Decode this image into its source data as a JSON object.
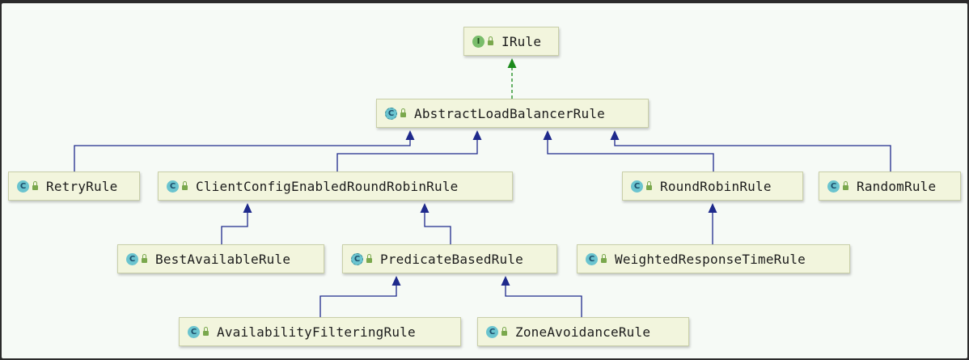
{
  "diagram": {
    "nodes": [
      {
        "id": "irule",
        "label": "IRule",
        "kind": "interface",
        "icon_letter": "I"
      },
      {
        "id": "abstract",
        "label": "AbstractLoadBalancerRule",
        "kind": "abstract",
        "icon_letter": "C"
      },
      {
        "id": "retry",
        "label": "RetryRule",
        "kind": "class",
        "icon_letter": "C"
      },
      {
        "id": "clientconfig",
        "label": "ClientConfigEnabledRoundRobinRule",
        "kind": "class",
        "icon_letter": "C"
      },
      {
        "id": "roundrobin",
        "label": "RoundRobinRule",
        "kind": "class",
        "icon_letter": "C"
      },
      {
        "id": "random",
        "label": "RandomRule",
        "kind": "class",
        "icon_letter": "C"
      },
      {
        "id": "bestavailable",
        "label": "BestAvailableRule",
        "kind": "class",
        "icon_letter": "C"
      },
      {
        "id": "predicate",
        "label": "PredicateBasedRule",
        "kind": "abstract",
        "icon_letter": "C"
      },
      {
        "id": "weighted",
        "label": "WeightedResponseTimeRule",
        "kind": "class",
        "icon_letter": "C"
      },
      {
        "id": "availability",
        "label": "AvailabilityFilteringRule",
        "kind": "class",
        "icon_letter": "C"
      },
      {
        "id": "zone",
        "label": "ZoneAvoidanceRule",
        "kind": "class",
        "icon_letter": "C"
      }
    ],
    "edges": [
      {
        "from": "abstract",
        "to": "irule",
        "type": "implements"
      },
      {
        "from": "retry",
        "to": "abstract",
        "type": "extends"
      },
      {
        "from": "clientconfig",
        "to": "abstract",
        "type": "extends"
      },
      {
        "from": "roundrobin",
        "to": "abstract",
        "type": "extends"
      },
      {
        "from": "random",
        "to": "abstract",
        "type": "extends"
      },
      {
        "from": "bestavailable",
        "to": "clientconfig",
        "type": "extends"
      },
      {
        "from": "predicate",
        "to": "clientconfig",
        "type": "extends"
      },
      {
        "from": "weighted",
        "to": "roundrobin",
        "type": "extends"
      },
      {
        "from": "availability",
        "to": "predicate",
        "type": "extends"
      },
      {
        "from": "zone",
        "to": "predicate",
        "type": "extends"
      }
    ],
    "colors": {
      "extends": "#1f2a8c",
      "implements": "#1a8a1a",
      "node_fill": "#f2f5dd",
      "background": "#f6faf6"
    }
  }
}
